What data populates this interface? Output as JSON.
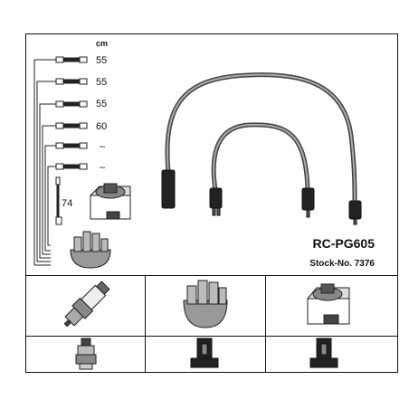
{
  "header": {
    "unit_label": "cm"
  },
  "cables": [
    {
      "length": "55"
    },
    {
      "length": "55"
    },
    {
      "length": "55"
    },
    {
      "length": "60"
    },
    {
      "length": "–"
    },
    {
      "length": "–"
    }
  ],
  "extra_cable": {
    "length": "74"
  },
  "product": {
    "model": "RC-PG605",
    "stock": "Stock-No. 7376"
  },
  "icons": {
    "top_row": [
      "spark-plug-icon",
      "distributor-cap-icon",
      "ignition-coil-icon"
    ],
    "bottom_row": [
      "plug-boot-icon",
      "cap-terminal-icon",
      "coil-terminal-icon"
    ]
  }
}
